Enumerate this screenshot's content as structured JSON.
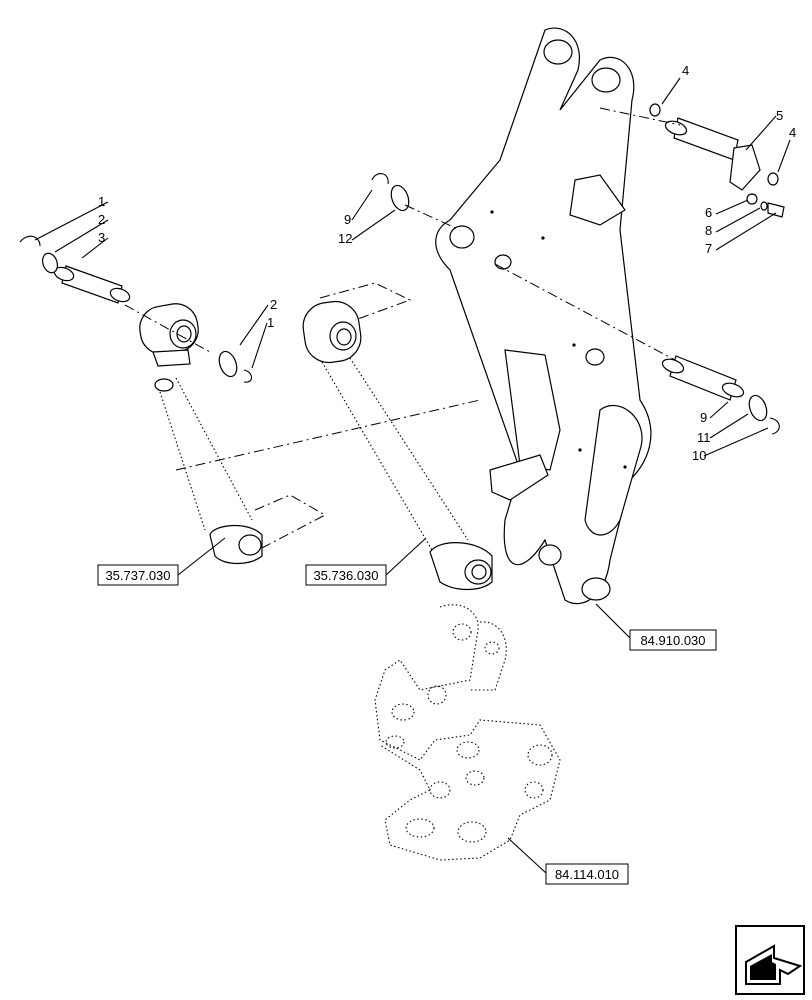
{
  "callouts": [
    "1",
    "2",
    "3",
    "2",
    "1",
    "9",
    "12",
    "4",
    "5",
    "4",
    "6",
    "8",
    "7",
    "9",
    "11",
    "10"
  ],
  "references": [
    "35.737.030",
    "35.736.030",
    "84.910.030",
    "84.114.010"
  ],
  "nav_icon": "next-page-arrow-icon"
}
